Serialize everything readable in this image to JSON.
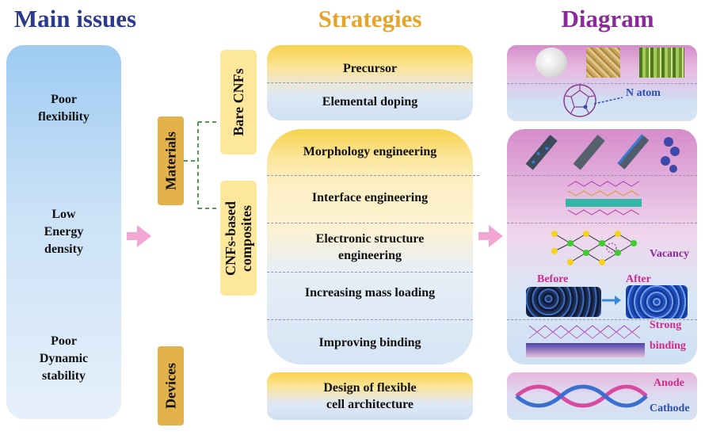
{
  "headers": {
    "main_issues": "Main issues",
    "strategies": "Strategies",
    "diagram": "Diagram"
  },
  "issues": [
    {
      "lines": [
        "Poor",
        "flexibility"
      ]
    },
    {
      "lines": [
        "Low",
        "Energy",
        "density"
      ]
    },
    {
      "lines": [
        "Poor",
        "Dynamic",
        "stability"
      ]
    }
  ],
  "categories": {
    "materials": "Materials",
    "devices": "Devices",
    "bare_cnfs": "Bare CNFs",
    "cnfs_based": [
      "CNFs-based",
      "composites"
    ]
  },
  "strategies": {
    "precursor": "Precursor",
    "elemental_doping": "Elemental doping",
    "morphology": "Morphology engineering",
    "interface": "Interface engineering",
    "electronic": [
      "Electronic structure",
      "engineering"
    ],
    "mass_loading": "Increasing mass loading",
    "binding": "Improving binding",
    "design": [
      "Design of flexible",
      "cell architecture"
    ]
  },
  "diagram_labels": {
    "n_atom": "N atom",
    "vacancy": "Vacancy",
    "before": "Before",
    "after": "After",
    "strong": "Strong",
    "binding": "binding",
    "anode": "Anode",
    "cathode": "Cathode"
  },
  "colors": {
    "main_header": "#2b3a8f",
    "strategies_header": "#e8a42a",
    "diagram_header": "#8a2a9a",
    "tag_dark": "#e4b24a",
    "tag_light": "#fde79a",
    "arrow": "#f2a6d4",
    "label_blue": "#2a4fb5",
    "label_magenta": "#d02a8a"
  }
}
